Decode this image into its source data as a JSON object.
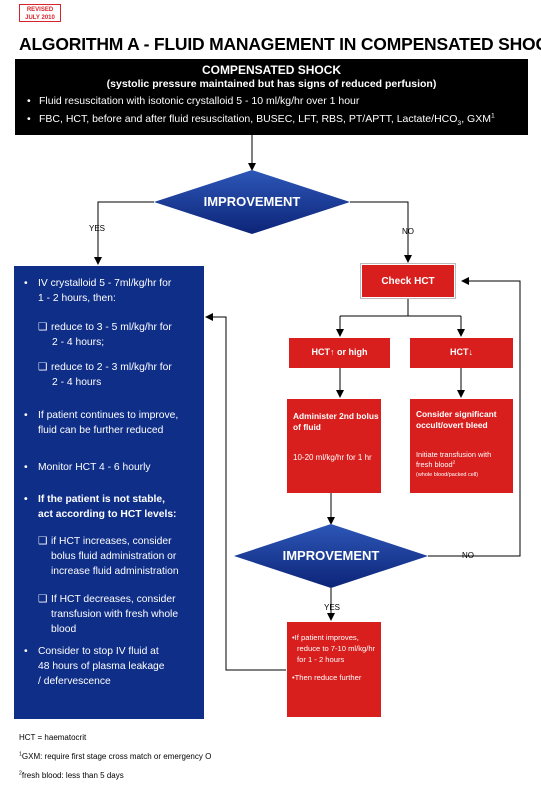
{
  "stamp": {
    "line1": "REVISED",
    "line2": "JULY 2010"
  },
  "title": "ALGORITHM A - FLUID MANAGEMENT IN COMPENSATED SHOCK",
  "top_box": {
    "heading": "COMPENSATED SHOCK",
    "subheading": "(systolic pressure maintained  but has signs of reduced perfusion)",
    "bullet1": "Fluid resuscitation with isotonic crystalloid 5 - 10 ml/kg/hr over 1 hour",
    "bullet2_main": "FBC, HCT, before and after fluid resuscitation, BUSEC, LFT, RBS, PT/APTT, Lactate/HCO",
    "bullet2_sub": "3",
    "bullet2_tail": ", GXM",
    "bullet2_sup": "1"
  },
  "decision1": {
    "label": "IMPROVEMENT",
    "yes": "YES",
    "no": "NO"
  },
  "decision2": {
    "label": "IMPROVEMENT",
    "yes": "YES",
    "no": "NO"
  },
  "blue_box": {
    "item1_line1": "IV crystalloid 5 - 7ml/kg/hr for",
    "item1_line2": "1 - 2 hours, then:",
    "sub1_line1": "reduce to 3 - 5 ml/kg/hr for",
    "sub1_line2": "2 - 4 hours;",
    "sub2_line1": "reduce to 2 - 3 ml/kg/hr for",
    "sub2_line2": "2 - 4 hours",
    "item2_line1": "If patient continues to improve,",
    "item2_line2": "fluid can be further reduced",
    "item3": "Monitor HCT 4 - 6 hourly",
    "item4_line1": "If the patient is not stable,",
    "item4_line2": "act according to HCT levels:",
    "sub3_line1": "if HCT increases, consider",
    "sub3_line2": "bolus fluid administration or",
    "sub3_line3": "increase fluid administration",
    "sub4_line1": "If HCT decreases, consider",
    "sub4_line2": "transfusion with fresh whole",
    "sub4_line3": "blood",
    "item5_line1": "Consider to stop IV fluid at",
    "item5_line2": "48 hours of plasma leakage",
    "item5_line3": "/ defervescence"
  },
  "check_hct": "Check HCT",
  "hct_up": {
    "prefix": "HCT",
    "arrow": "↑",
    "suffix": " or high"
  },
  "hct_down": {
    "prefix": "HCT",
    "arrow": "↓"
  },
  "left_action": {
    "line1": "Administer 2nd bolus",
    "line2": "of fluid",
    "line3": "10-20 ml/kg/hr for 1 hr"
  },
  "right_action": {
    "line1": "Consider significant",
    "line2": "occult/overt bleed",
    "line3": "Initiate transfusion with",
    "line4": "fresh blood",
    "line4_sup": "2",
    "line5": "(whole blood/packed cell)"
  },
  "final_action": {
    "line1": "If patient improves,",
    "line2": "reduce to 7-10 ml/kg/hr",
    "line3": "for 1 - 2 hours",
    "line4": "Then reduce further"
  },
  "footnotes": {
    "f1": "HCT = haematocrit",
    "f2_sup": "1",
    "f2": "GXM: require first stage cross match or emergency O",
    "f3_sup": "2",
    "f3": "fresh blood: less than 5 days"
  },
  "colors": {
    "blue": "#0f2e88",
    "red": "#d91e1e",
    "black": "#000000",
    "stamp": "#d8232a"
  }
}
